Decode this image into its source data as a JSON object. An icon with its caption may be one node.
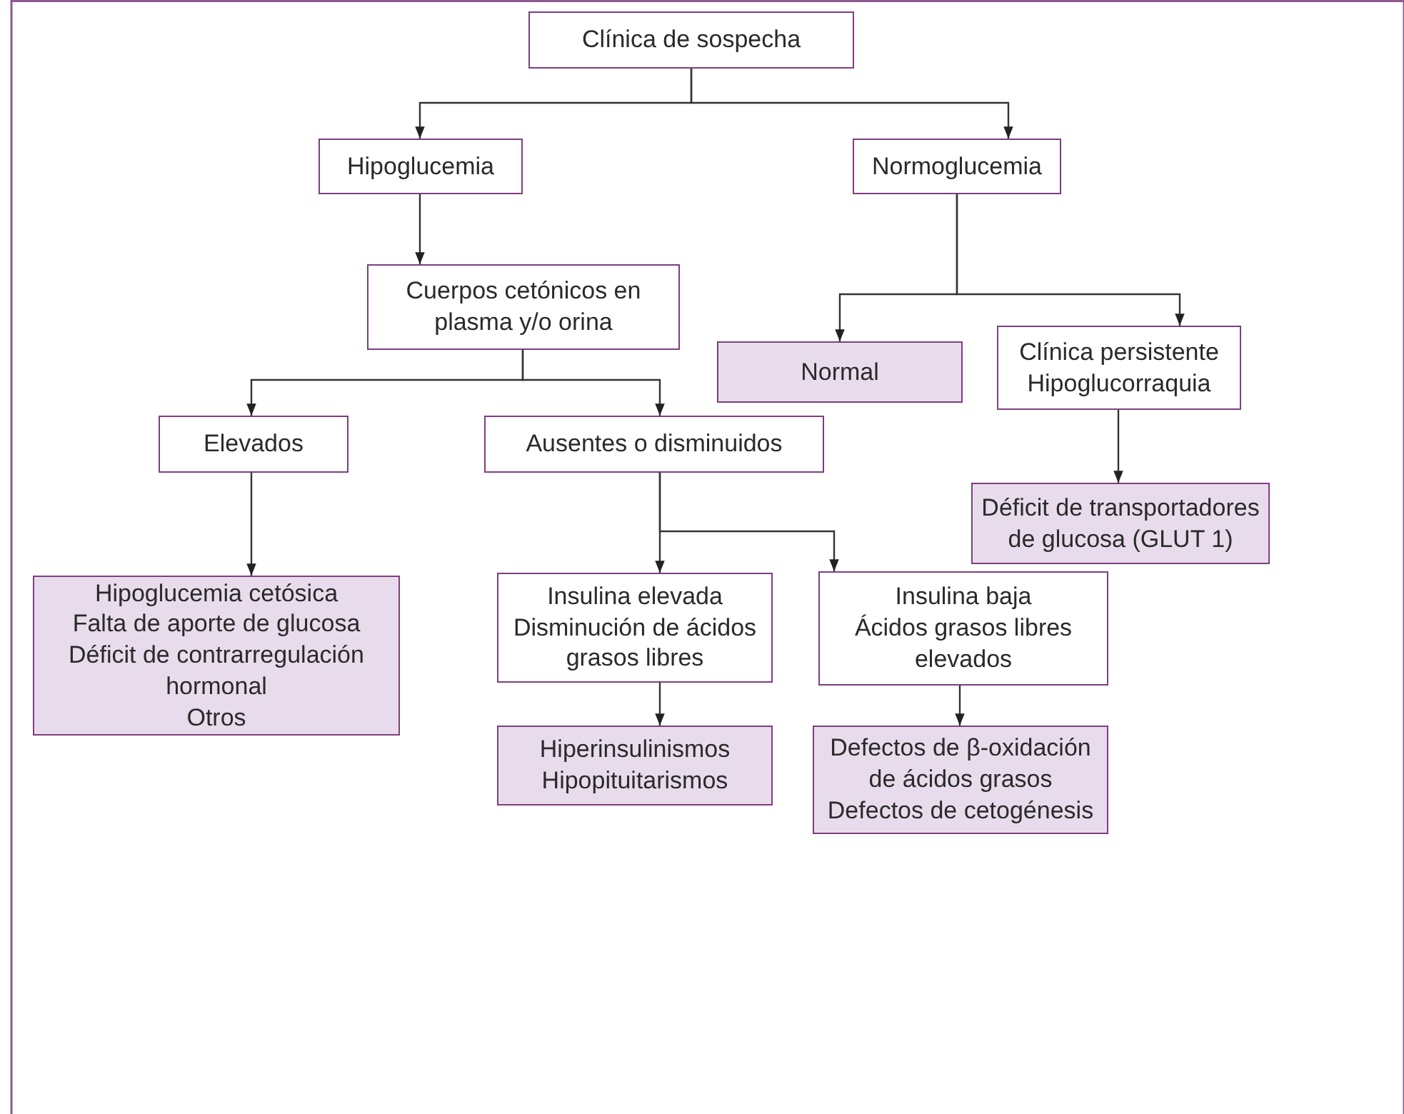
{
  "diagram": {
    "nodes": [
      {
        "text": [
          "Clínica de sospecha"
        ]
      },
      {
        "text": [
          "Hipoglucemia"
        ]
      },
      {
        "text": [
          "Normoglucemia"
        ]
      },
      {
        "text": [
          "Cuerpos cetónicos en plasma y/o orina"
        ]
      },
      {
        "text": [
          "Normal"
        ]
      },
      {
        "text": [
          "Clínica persistente",
          "Hipoglucorraquia"
        ]
      },
      {
        "text": [
          "Elevados"
        ]
      },
      {
        "text": [
          "Ausentes o disminuidos"
        ]
      },
      {
        "text": [
          "Déficit de transportadores de glucosa (GLUT 1)"
        ]
      },
      {
        "text": [
          "Hipoglucemia cetósica",
          "Falta de aporte de glucosa",
          "Déficit de contrarregulación hormonal",
          "Otros"
        ]
      },
      {
        "text": [
          "Insulina elevada",
          "Disminución de ácidos grasos libres"
        ]
      },
      {
        "text": [
          "Insulina baja",
          "Ácidos grasos libres elevados"
        ]
      },
      {
        "text": [
          "Hiperinsulinismos",
          "Hipopituitarismos"
        ]
      },
      {
        "text": [
          "Defectos de β-oxidación de ácidos grasos",
          "Defectos de cetogénesis"
        ]
      }
    ],
    "edges": [
      {
        "from": 0,
        "to": 1,
        "arrow": "to"
      },
      {
        "from": 0,
        "to": 2,
        "arrow": "to"
      },
      {
        "from": 1,
        "to": 3,
        "arrow": "to"
      },
      {
        "from": 2,
        "to": 4,
        "arrow": "to"
      },
      {
        "from": 2,
        "to": 5,
        "arrow": "to"
      },
      {
        "from": 3,
        "to": 6,
        "arrow": "to"
      },
      {
        "from": 3,
        "to": 7,
        "arrow": "to"
      },
      {
        "from": 5,
        "to": 8,
        "arrow": "to"
      },
      {
        "from": 6,
        "to": 9,
        "arrow": "to"
      },
      {
        "from": 7,
        "to": 10,
        "arrow": "to"
      },
      {
        "from": 7,
        "to": 11,
        "arrow": "to"
      },
      {
        "from": 10,
        "to": 12,
        "arrow": "to"
      },
      {
        "from": 11,
        "to": 13,
        "arrow": "to"
      }
    ]
  }
}
